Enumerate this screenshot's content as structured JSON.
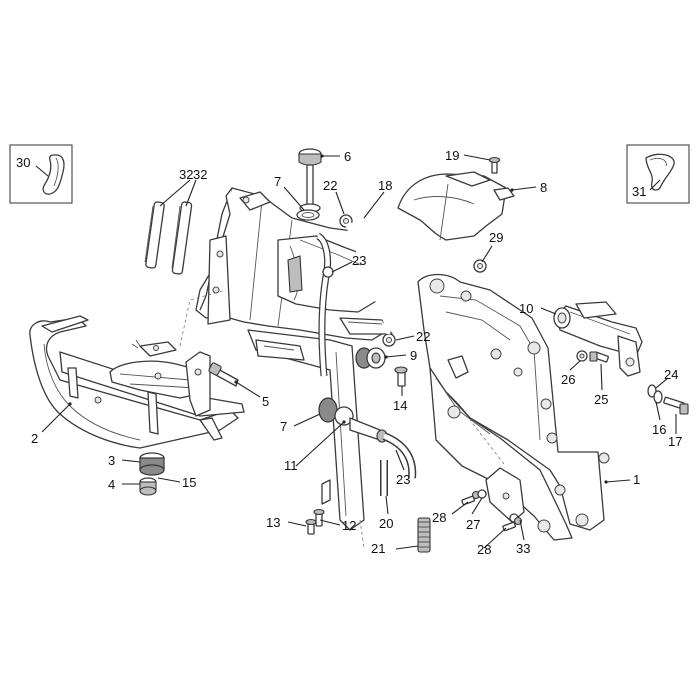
{
  "callouts": [
    "1",
    "2",
    "3",
    "4",
    "5",
    "6",
    "7",
    "7",
    "8",
    "9",
    "10",
    "11",
    "12",
    "13",
    "14",
    "15",
    "16",
    "17",
    "18",
    "19",
    "20",
    "21",
    "22",
    "22",
    "23",
    "23",
    "24",
    "25",
    "26",
    "27",
    "28",
    "28",
    "29",
    "30",
    "31",
    "32",
    "32",
    "33"
  ]
}
